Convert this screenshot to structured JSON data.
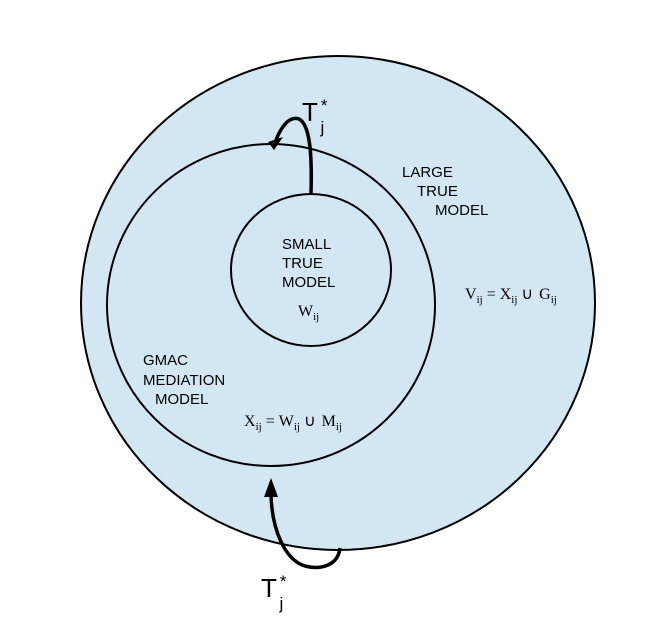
{
  "outer": {
    "label_lines": [
      "LARGE",
      "TRUE",
      "MODEL"
    ],
    "eq": {
      "lhs": "V",
      "lhs_sub": "ij",
      "r1": "X",
      "r1_sub": "ij",
      "op": "∪",
      "r2": "G",
      "r2_sub": "ij"
    }
  },
  "middle": {
    "label_lines": [
      "GMAC",
      "MEDIATION",
      "MODEL"
    ],
    "eq": {
      "lhs": "X",
      "lhs_sub": "ij",
      "r1": "W",
      "r1_sub": "ij",
      "op": "∪",
      "r2": "M",
      "r2_sub": "ij"
    }
  },
  "inner": {
    "label_lines": [
      "SMALL",
      "TRUE",
      "MODEL"
    ],
    "var": "W",
    "var_sub": "ij"
  },
  "arrows": [
    {
      "base": "T",
      "sup": "*",
      "sub": "j"
    },
    {
      "base": "T",
      "sup": "*",
      "sub": "j"
    }
  ],
  "colors": {
    "fill": "#d3e7f3",
    "stroke": "#000000"
  }
}
